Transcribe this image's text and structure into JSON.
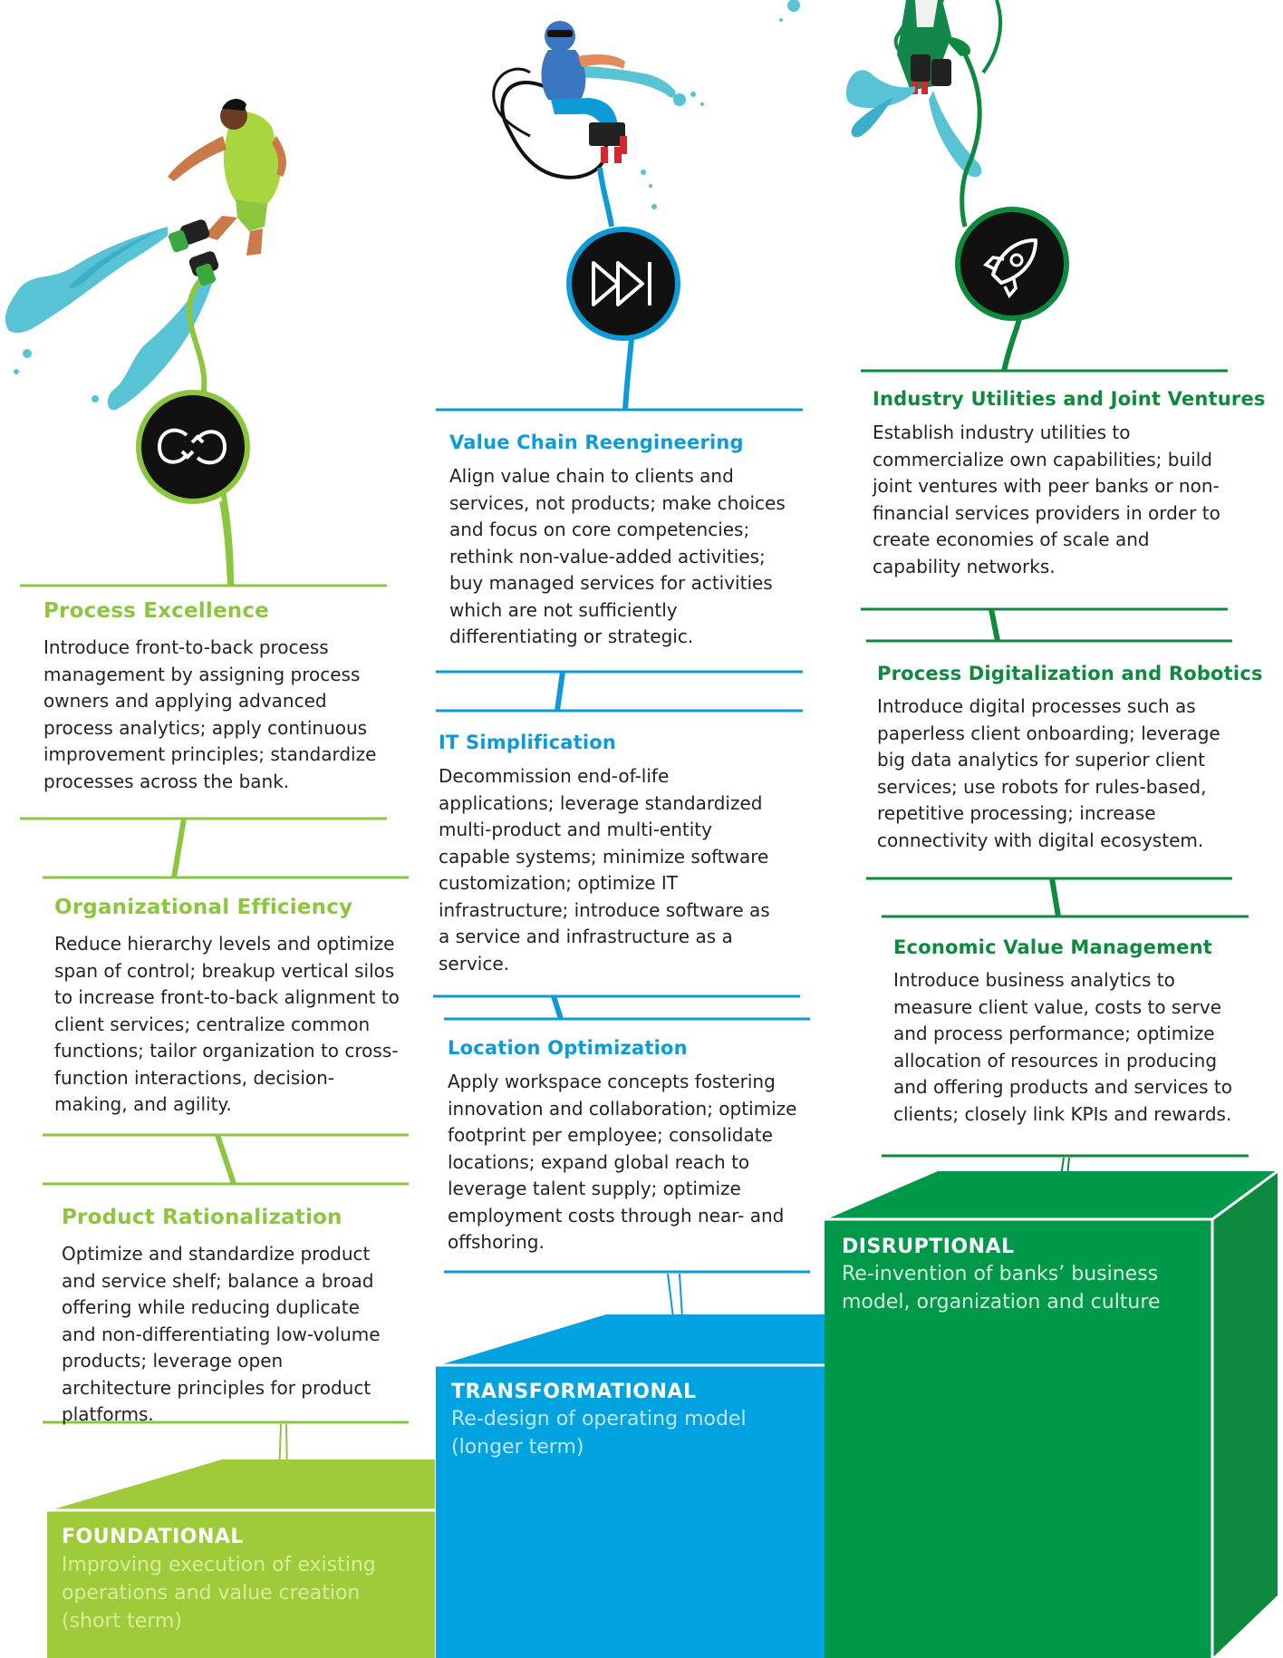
{
  "columns": [
    {
      "id": "foundational",
      "accent": "#8cc63f",
      "icon": "loop-arrows-icon",
      "pillar": {
        "label": "FOUNDATIONAL",
        "description": "Improving execution of existing operations and value creation (short term)",
        "color": "#9fcb3a"
      },
      "items": [
        {
          "title": "Process Excellence",
          "description": "Introduce front-to-back process management by assigning process owners and applying advanced process analytics; apply continuous improvement principles; standardize processes across the bank."
        },
        {
          "title": "Organizational Efficiency",
          "description": "Reduce hierarchy levels and optimize span of control; breakup vertical silos to increase front-to-back alignment to client services; centralize common functions; tailor organization to cross-function interactions, decision-making, and agility."
        },
        {
          "title": "Product Rationalization",
          "description": "Optimize and standardize product and service shelf; balance a broad offering while reducing duplicate and non-differentiating low-volume products; leverage open architecture principles for product platforms."
        }
      ]
    },
    {
      "id": "transformational",
      "accent": "#0d9bd8",
      "icon": "fast-forward-icon",
      "pillar": {
        "label": "TRANSFORMATIONAL",
        "description": "Re-design of operating model (longer term)",
        "color": "#00a3e0"
      },
      "items": [
        {
          "title": "Value Chain Reengineering",
          "description": "Align value chain to clients and services, not products; make choices and focus on core competencies; rethink non-value-added activities; buy managed services for activities which are not sufficiently differentiating or strategic."
        },
        {
          "title": "IT Simplification",
          "description": "Decommission end-of-life applications; leverage standardized multi-product and multi-entity capable systems; minimize software customization; optimize IT infrastructure; introduce software as a service and infrastructure as a service."
        },
        {
          "title": "Location Optimization",
          "description": "Apply workspace concepts fostering innovation and collaboration; optimize footprint per employee; consolidate locations; expand global reach to leverage talent supply; optimize employment costs through near- and offshoring."
        }
      ]
    },
    {
      "id": "disruptional",
      "accent": "#0d8a3e",
      "icon": "rocket-icon",
      "pillar": {
        "label": "DISRUPTIONAL",
        "description": "Re-invention of banks’ business model, organization and culture",
        "color": "#00994a"
      },
      "items": [
        {
          "title": "Industry Utilities and Joint Ventures",
          "description": "Establish industry utilities to commercialize own capabilities; build joint ventures with peer banks or non-financial services providers in order to create economies of scale and capability networks."
        },
        {
          "title": "Process Digitalization and Robotics",
          "description": "Introduce digital processes such as paperless client onboarding; leverage big data analytics for superior client services; use robots for rules-based, repetitive processing; increase connectivity with digital ecosystem."
        },
        {
          "title": "Economic Value Management",
          "description": "Introduce business analytics to measure client value, costs to serve and process performance; optimize allocation of resources in producing and offering products and services to clients; closely link KPIs and rewards."
        }
      ]
    }
  ]
}
